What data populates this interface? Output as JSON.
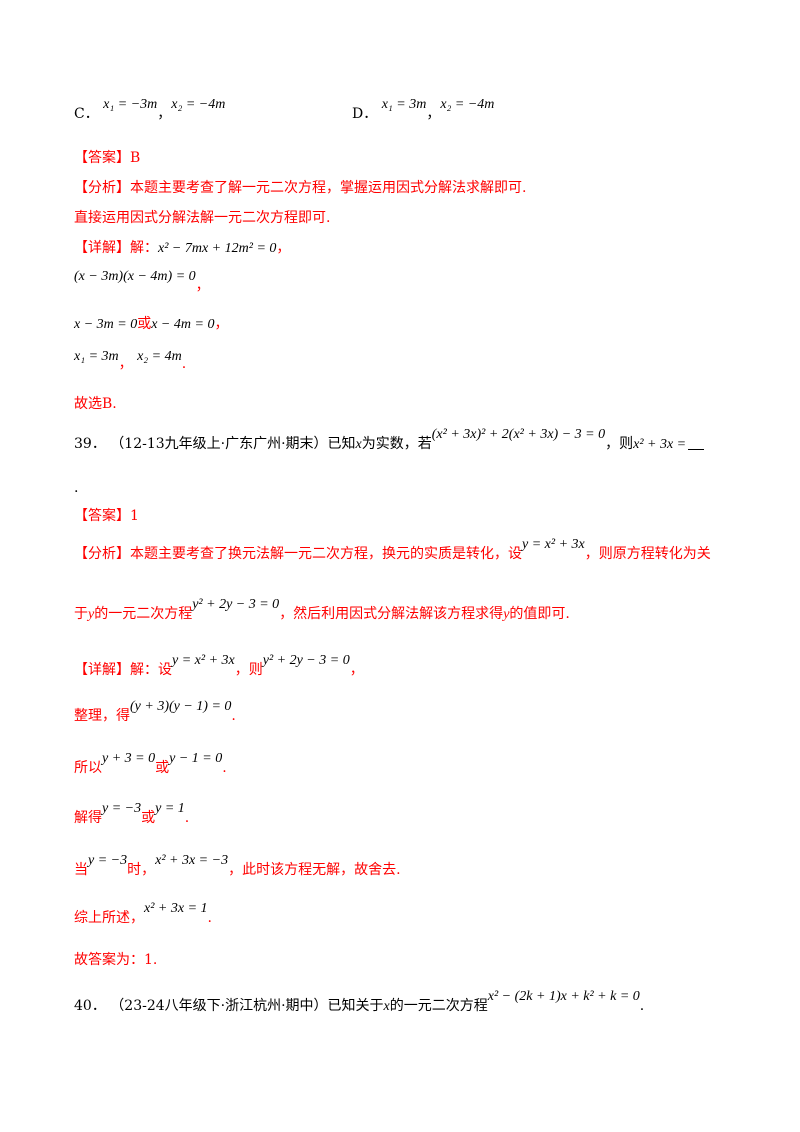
{
  "options": {
    "c_label": "C．",
    "c_math1": "x₁ = −3m",
    "c_sep": "，",
    "c_math2": "x₂ = −4m",
    "d_label": "D．",
    "d_math1": "x₁ = 3m",
    "d_sep": "，",
    "d_math2": "x₂ = −4m"
  },
  "q38": {
    "answer_tag": "【答案】",
    "answer_value": "B",
    "analysis_tag": "【分析】",
    "analysis_text": "本题主要考查了解一元二次方程，掌握运用因式分解法求解即可.",
    "analysis_text2": "直接运用因式分解法解一元二次方程即可.",
    "detail_tag": "【详解】",
    "detail_prefix": "解：",
    "step1_math": "x² − 7mx + 12m² = 0",
    "step1_end": "，",
    "step2_math": "(x − 3m)(x − 4m) = 0",
    "step2_end": "，",
    "step3_math1": "x − 3m = 0",
    "step3_or": "或",
    "step3_math2": "x − 4m = 0",
    "step3_end": "，",
    "step4_math1": "x₁ = 3m",
    "step4_sep": "，",
    "step4_math2": "x₂ = 4m",
    "step4_end": ".",
    "conclusion": "故选B."
  },
  "q39": {
    "number": "39．",
    "source": "（12-13九年级上·广东广州·期末）已知",
    "var": "x",
    "text_mid": "为实数，若",
    "eq_math": "(x² + 3x)² + 2(x² + 3x) − 3 = 0",
    "text_then": "，则",
    "ask_math": "x² + 3x =",
    "trail_dot": ".",
    "answer_tag": "【答案】",
    "answer_value": "1",
    "analysis_tag": "【分析】",
    "analysis_a": "本题主要考查了换元法解一元二次方程，换元的实质是转化，设",
    "analysis_sub": "y = x² + 3x",
    "analysis_b": "，则原方程转化为关",
    "analysis_c1": "于",
    "analysis_c_var": "y",
    "analysis_c2": "的一元二次方程",
    "analysis_c_math": "y² + 2y − 3 = 0",
    "analysis_c3": "，然后利用因式分解法解该方程求得",
    "analysis_c_var2": "y",
    "analysis_c4": "的值即可.",
    "detail_tag": "【详解】",
    "detail_a": "解：设",
    "detail_math1": "y = x² + 3x",
    "detail_b": "，则",
    "detail_math2": "y² + 2y − 3 = 0",
    "detail_c": "，",
    "s1_text": "整理，得",
    "s1_math": "(y + 3)(y − 1) = 0",
    "s1_end": ".",
    "s2_text": "所以",
    "s2_math1": "y + 3 = 0",
    "s2_or": "或",
    "s2_math2": "y − 1 = 0",
    "s2_end": ".",
    "s3_text": "解得",
    "s3_math1": "y = −3",
    "s3_or": "或",
    "s3_math2": "y = 1",
    "s3_end": ".",
    "s4_text": "当",
    "s4_math1": "y = −3",
    "s4_when": "时，",
    "s4_math2": "x² + 3x = −3",
    "s4_end": "，此时该方程无解，故舍去.",
    "s5_text": "综上所述，",
    "s5_math": "x² + 3x = 1",
    "s5_end": ".",
    "final": "故答案为：1."
  },
  "q40": {
    "number": "40．",
    "source": "（23-24八年级下·浙江杭州·期中）已知关于",
    "var": "x",
    "text_mid": "的一元二次方程",
    "eq_math": "x² − (2k + 1)x + k² + k = 0",
    "end": "."
  }
}
